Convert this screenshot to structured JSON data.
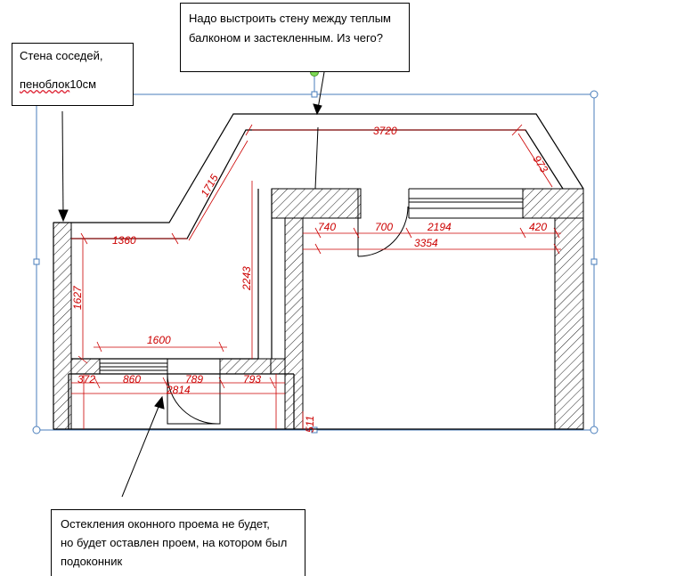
{
  "callouts": {
    "neighbors_wall": {
      "line1": "Стена соседей,",
      "line2_underlined": "пеноблок",
      "line2_rest": " 10см"
    },
    "question": {
      "line1": "Надо выстроить стену между теплым",
      "line2": "балконом и застекленным. Из чего?"
    },
    "opening": {
      "line1": "Остекления оконного проема не будет,",
      "line2": "но будет оставлен проем, на котором был",
      "line3": "подоконник"
    }
  },
  "dimensions": {
    "d3720": "3720",
    "d973": "973",
    "d1715": "1715",
    "d1360": "1360",
    "d1627": "1627",
    "d2243": "2243",
    "d1600": "1600",
    "d740": "740",
    "d700": "700",
    "d2194": "2194",
    "d420": "420",
    "d3354": "3354",
    "d372": "372",
    "d860": "860",
    "d789": "789",
    "d793": "793",
    "d2814": "2814",
    "d511": "511"
  },
  "colors": {
    "dimension": "#cc0000",
    "selection": "#4a7ebb",
    "rotate_handle": "#7ed957",
    "wall": "#000000"
  }
}
